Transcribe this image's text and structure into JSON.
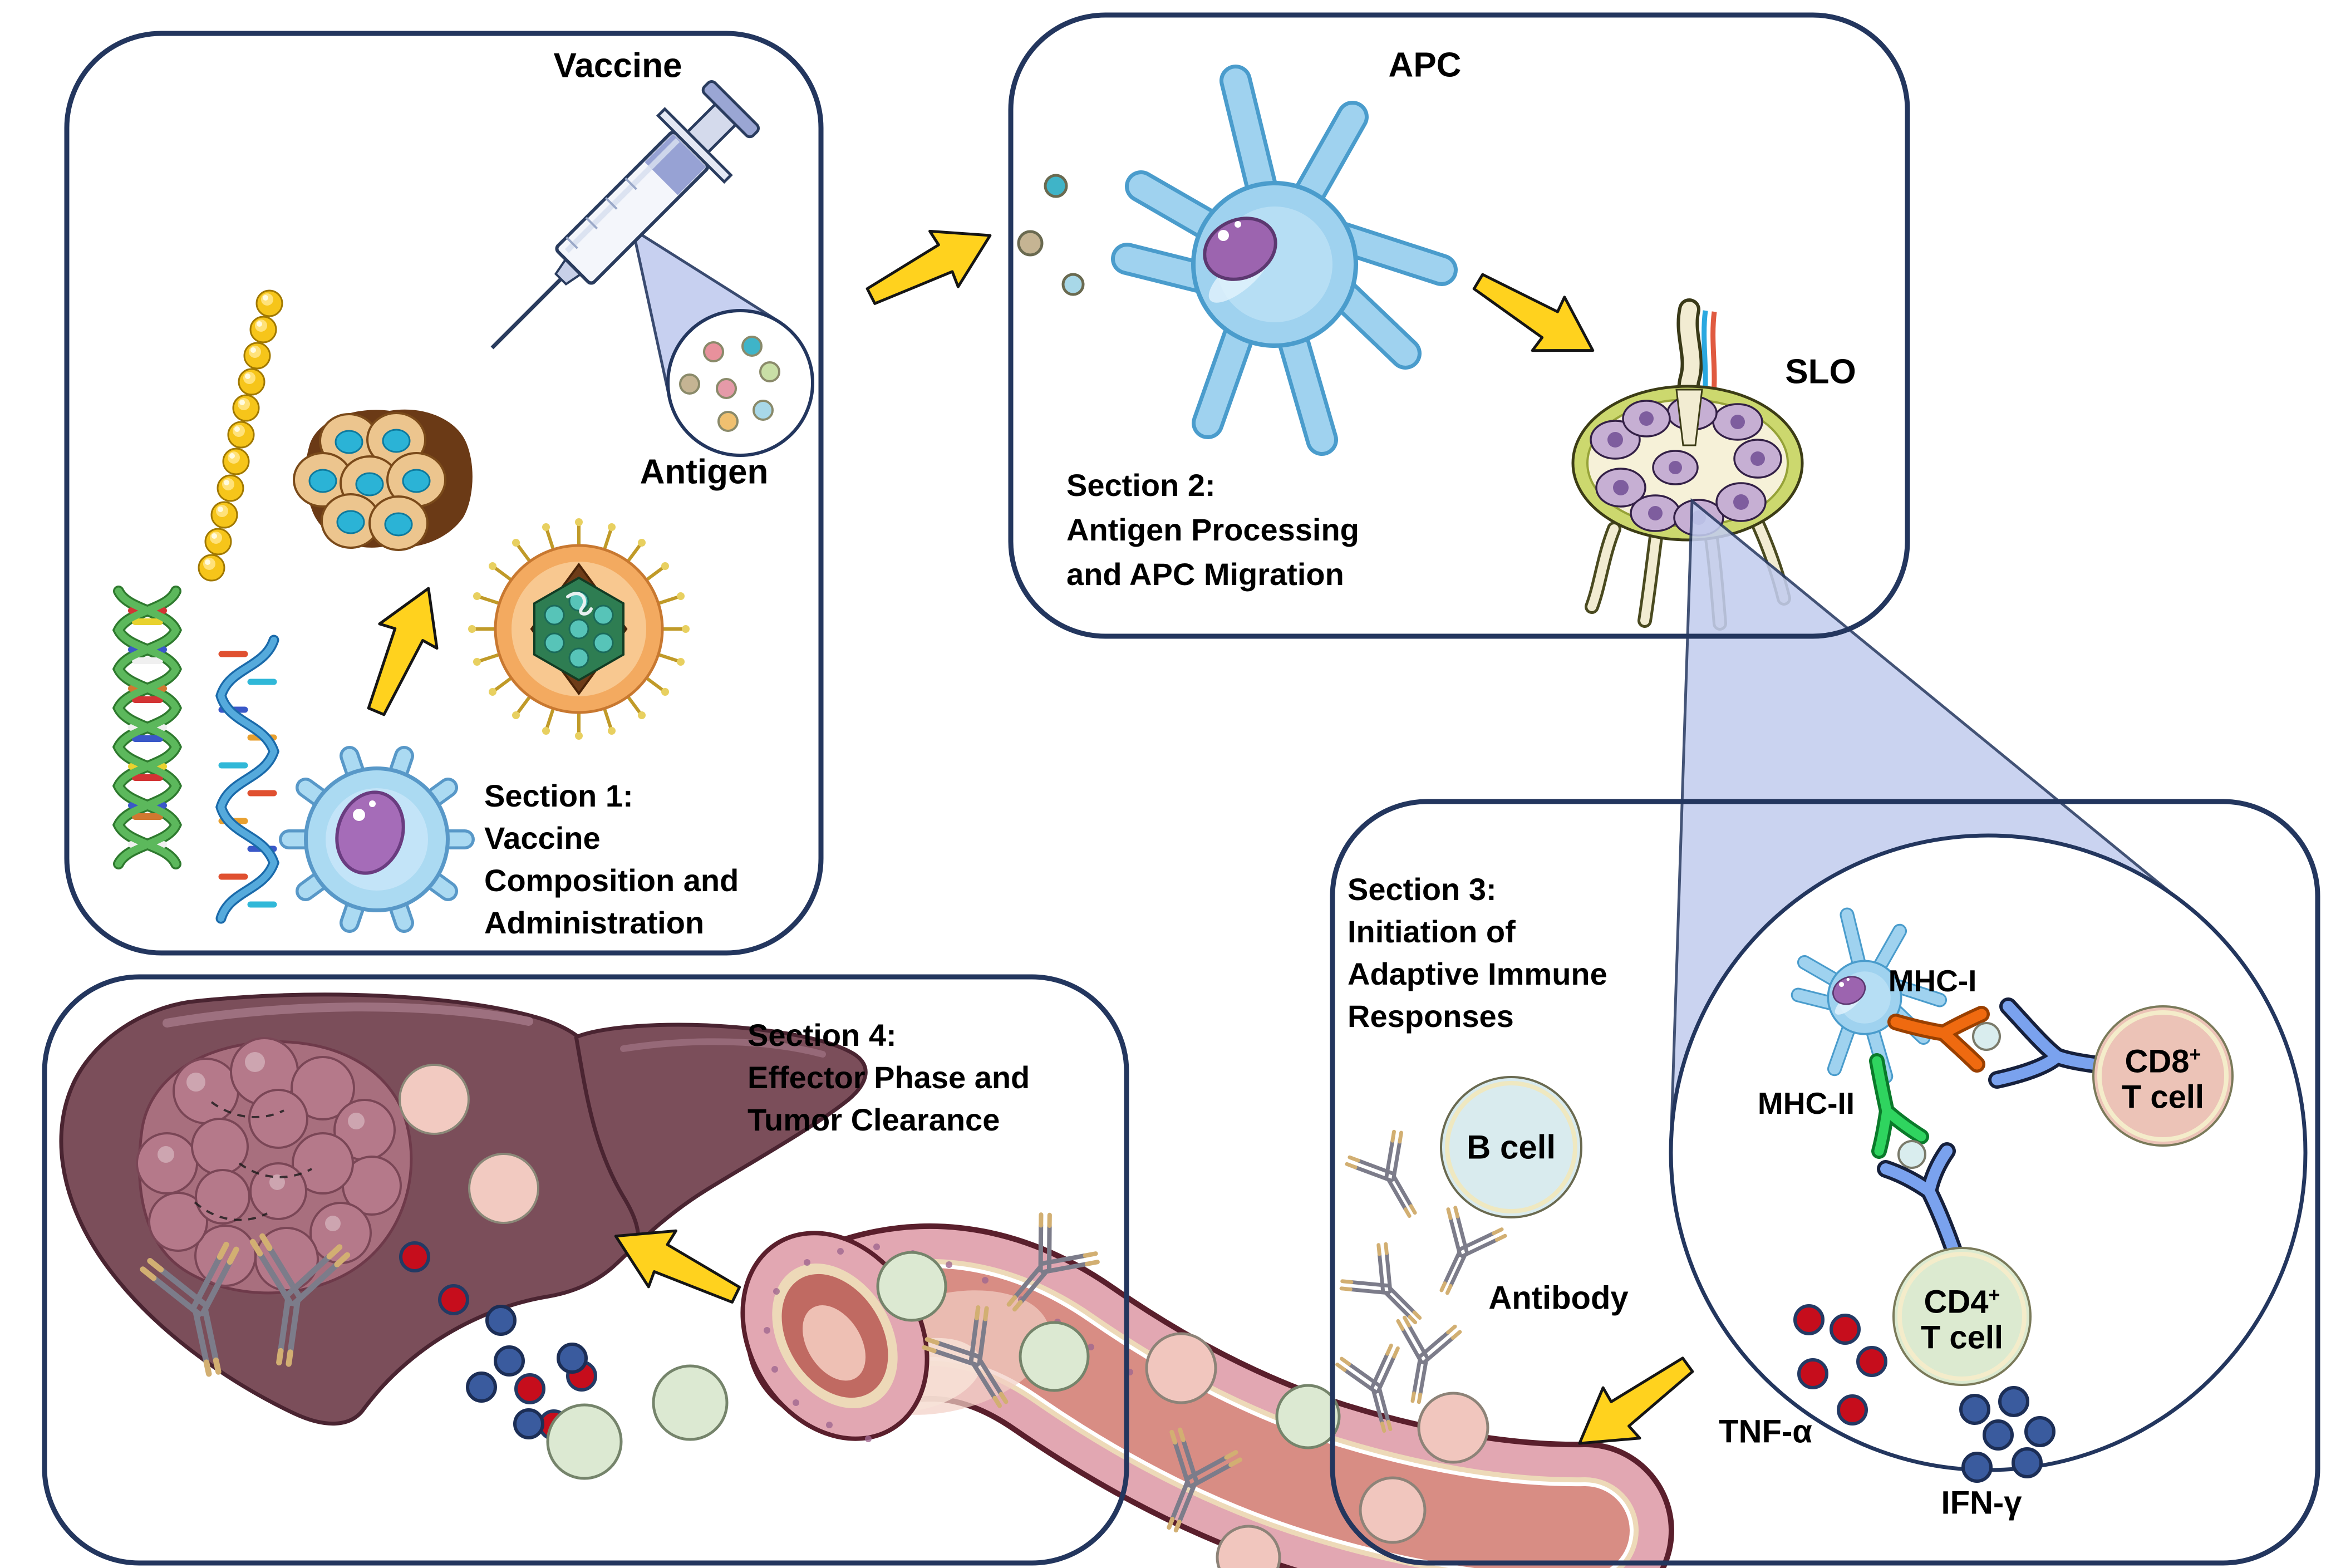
{
  "figure": {
    "type": "immunology-pathway-diagram",
    "description_labels": {
      "vaccine": "Vaccine",
      "antigen": "Antigen",
      "apc": "APC",
      "slo": "SLO",
      "b_cell": "B cell",
      "antibody": "Antibody",
      "mhc1": "MHC-I",
      "mhc2": "MHC-II",
      "cd8_base": "CD8",
      "cd8_sup": "+",
      "cd8_line2": "T cell",
      "cd4_base": "CD4",
      "cd4_sup": "+",
      "cd4_line2": "T cell",
      "tnf": "TNF-α",
      "ifn": "IFN-γ"
    }
  },
  "sections": {
    "s1": {
      "lines": [
        "Section 1:",
        "Vaccine",
        "Composition and",
        "Administration"
      ]
    },
    "s2": {
      "lines": [
        "Section 2:",
        "Antigen Processing",
        "and APC Migration"
      ]
    },
    "s3": {
      "lines": [
        "Section 3:",
        "Initiation of",
        "Adaptive Immune",
        "Responses"
      ]
    },
    "s4": {
      "lines": [
        "Section 4:",
        "Effector Phase and",
        "Tumor Clearance"
      ]
    }
  },
  "colors": {
    "panel_border": "#23365e",
    "arrow_yellow": "#ffd21e",
    "zoom_cone": "#c3cdef",
    "apc_blue": "#9fd2ef",
    "nucleus_purple": "#9c64af",
    "mhc1_orange": "#ef6a10",
    "mhc2_green": "#2fd45f",
    "tcr_blue": "#7aa2ee",
    "cd8_fill": "#ecc3b7",
    "cd4_fill": "#dcead0",
    "b_cell_fill": "#d9ebee",
    "tnf_red": "#c60d1c",
    "ifn_blue": "#3a5b9e",
    "liver": "#7b4e5a",
    "tumor": "#a86f7e",
    "vessel_wall": "#e2a7b2",
    "slo_olive": "#ccd86e",
    "antibody_grey": "#7c7c8a",
    "virus_orange": "#f3aa60",
    "dna_green": "#5cb85c",
    "rna_blue": "#55aadc",
    "bead_gold": "#f6c51a"
  }
}
